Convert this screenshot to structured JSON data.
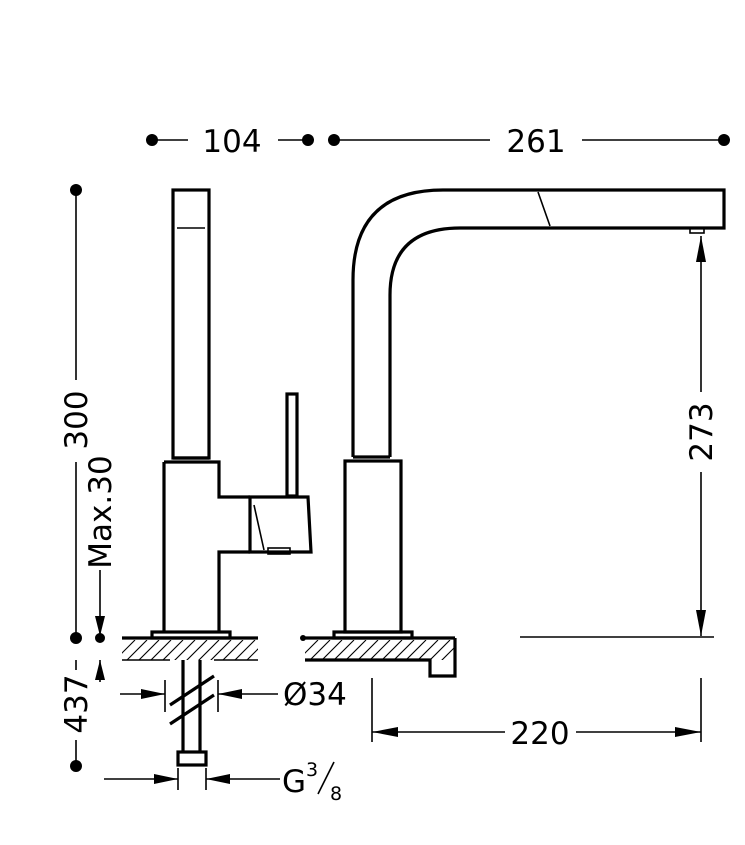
{
  "dimensions": {
    "top_left_width": "104",
    "top_right_width": "261",
    "total_height": "300",
    "max_counter_thickness": "Max.30",
    "spout_height": "273",
    "under_counter_length": "437",
    "hose_diameter": "Ø34",
    "spout_reach": "220",
    "connection_thread_letter": "G",
    "connection_thread_numerator": "3",
    "connection_thread_denominator": "8"
  }
}
